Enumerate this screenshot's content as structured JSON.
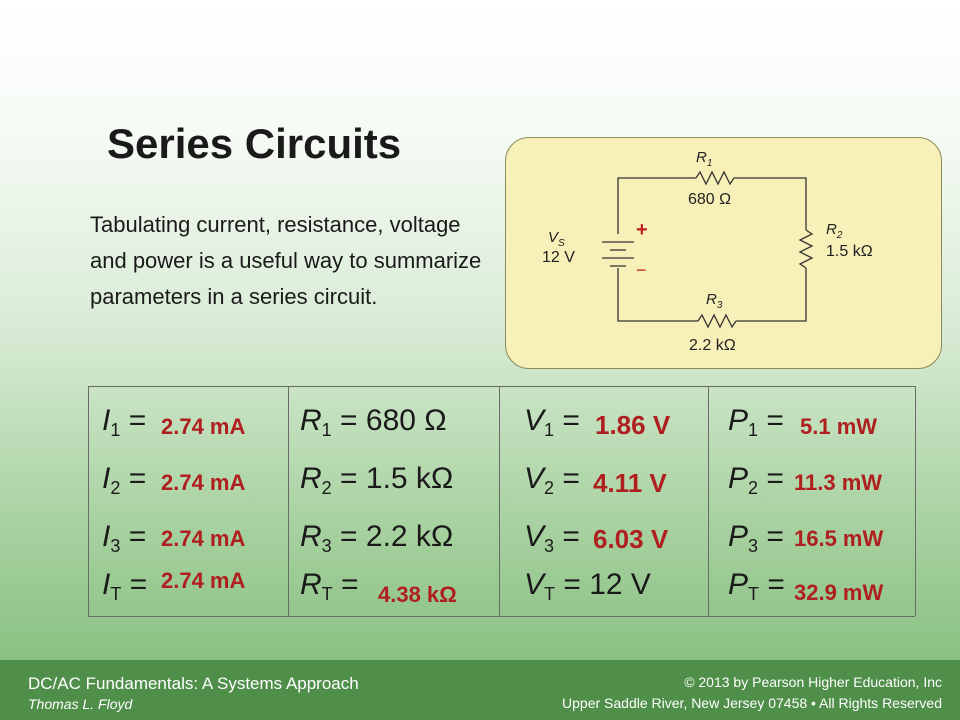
{
  "slide": {
    "title": "Series Circuits",
    "description": "Tabulating current, resistance, voltage and power is a useful way to summarize parameters in a series circuit."
  },
  "circuit": {
    "vs_label": "V",
    "vs_sub": "S",
    "vs_value": "12 V",
    "plus": "+",
    "minus": "−",
    "r1_label": "R",
    "r1_sub": "1",
    "r1_value": "680 Ω",
    "r2_label": "R",
    "r2_sub": "2",
    "r2_value": "1.5 kΩ",
    "r3_label": "R",
    "r3_sub": "3",
    "r3_value": "2.2 kΩ"
  },
  "table": {
    "rows": [
      {
        "i_sym": "I",
        "i_sub": "1",
        "i_val": "2.74 mA",
        "r_sym": "R",
        "r_sub": "1",
        "r_text": "= 680 Ω",
        "r_val": "",
        "v_sym": "V",
        "v_sub": "1",
        "v_text": "=",
        "v_val": "1.86 V",
        "p_sym": "P",
        "p_sub": "1",
        "p_val": "5.1 mW"
      },
      {
        "i_sym": "I",
        "i_sub": "2",
        "i_val": "2.74 mA",
        "r_sym": "R",
        "r_sub": "2",
        "r_text": "= 1.5 kΩ",
        "r_val": "",
        "v_sym": "V",
        "v_sub": "2",
        "v_text": "=",
        "v_val": "4.11 V",
        "p_sym": "P",
        "p_sub": "2",
        "p_val": "11.3 mW"
      },
      {
        "i_sym": "I",
        "i_sub": "3",
        "i_val": "2.74 mA",
        "r_sym": "R",
        "r_sub": "3",
        "r_text": "= 2.2 kΩ",
        "r_val": "",
        "v_sym": "V",
        "v_sub": "3",
        "v_text": "=",
        "v_val": "6.03 V",
        "p_sym": "P",
        "p_sub": "3",
        "p_val": "16.5 mW"
      },
      {
        "i_sym": "I",
        "i_sub": "T",
        "i_val": "2.74 mA",
        "r_sym": "R",
        "r_sub": "T",
        "r_text": "=",
        "r_val": "4.38 kΩ",
        "v_sym": "V",
        "v_sub": "T",
        "v_text": "= 12 V",
        "v_val": "",
        "p_sym": "P",
        "p_sub": "T",
        "p_val": "32.9 mW"
      }
    ],
    "eq": "="
  },
  "footer": {
    "book_title": "DC/AC Fundamentals: A Systems Approach",
    "author": "Thomas L. Floyd",
    "copyright": "© 2013 by Pearson Higher Education, Inc",
    "address": "Upper Saddle River, New Jersey 07458 • All Rights Reserved"
  },
  "colors": {
    "value_red": "#b01f1f",
    "footer_green": "#4f8f4a",
    "panel_yellow": "#f7f0b8"
  }
}
